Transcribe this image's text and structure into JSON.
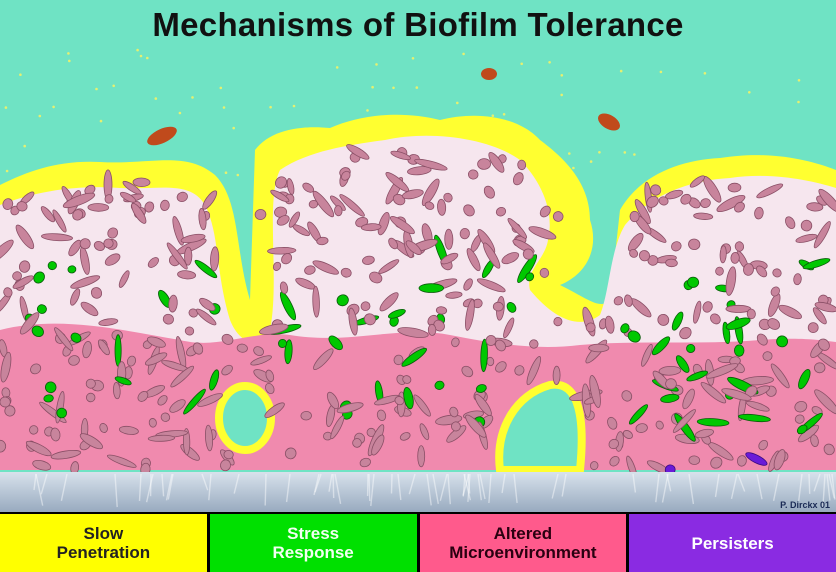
{
  "title": "Mechanisms of Biofilm Tolerance",
  "credit": "P. Dirckx 01",
  "legend": [
    {
      "label": "Slow\nPenetration",
      "color": "#ffff00"
    },
    {
      "label": "Stress\nResponse",
      "color": "#00e000"
    },
    {
      "label": "Altered\nMicroenvironment",
      "color": "#ff5a8c"
    },
    {
      "label": "Persisters",
      "color": "#8a2be2"
    }
  ],
  "colors": {
    "fluid": "#6fe3c4",
    "gel": "#ffff30",
    "matrix": "#f6e6ee",
    "hypoxic": "#f08aae",
    "cell": "#c8849c",
    "stressed_cell": "#00c800",
    "persister": "#6a1bd8",
    "substratum": "#b8c8d8"
  }
}
